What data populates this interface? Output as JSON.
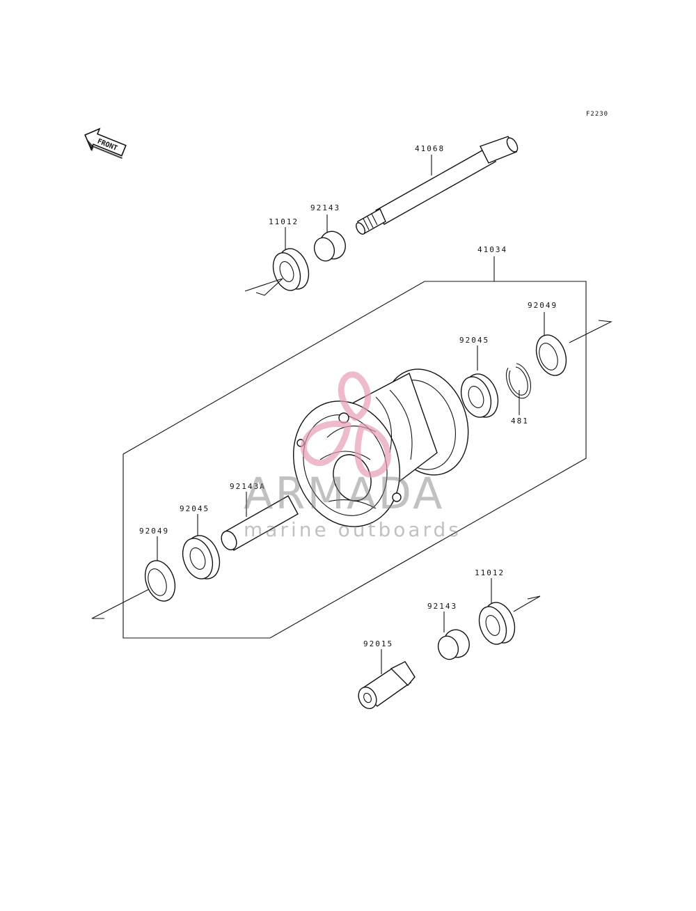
{
  "diagram": {
    "code": "F2230",
    "front_label": "FRONT",
    "parts": {
      "axle": "41068",
      "hub": "41034",
      "collar_top": "92143",
      "seal_top": "11012",
      "oil_seal_right": "92049",
      "bearing_right": "92045",
      "circlip": "481",
      "spacer": "92143A",
      "bearing_left": "92045",
      "oil_seal_left": "92049",
      "seal_bottom": "11012",
      "collar_bottom": "92143",
      "axle_nut": "92015"
    }
  },
  "watermark": {
    "brand": "ARMADA",
    "tagline": "marine outboards",
    "color": "#e79bb8"
  }
}
